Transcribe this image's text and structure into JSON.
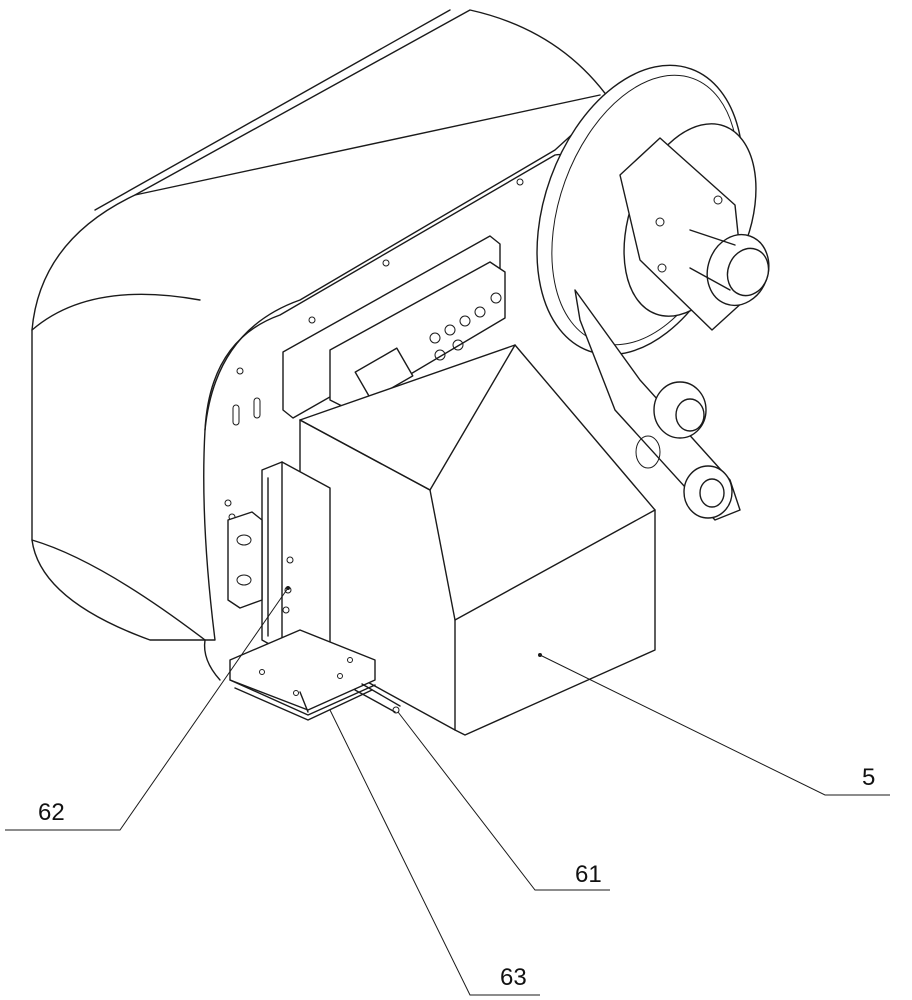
{
  "figure": {
    "labels": {
      "part_5": "5",
      "part_61": "61",
      "part_62": "62",
      "part_63": "63"
    },
    "colors": {
      "stroke": "#1a1a1a",
      "background": "#ffffff"
    }
  }
}
